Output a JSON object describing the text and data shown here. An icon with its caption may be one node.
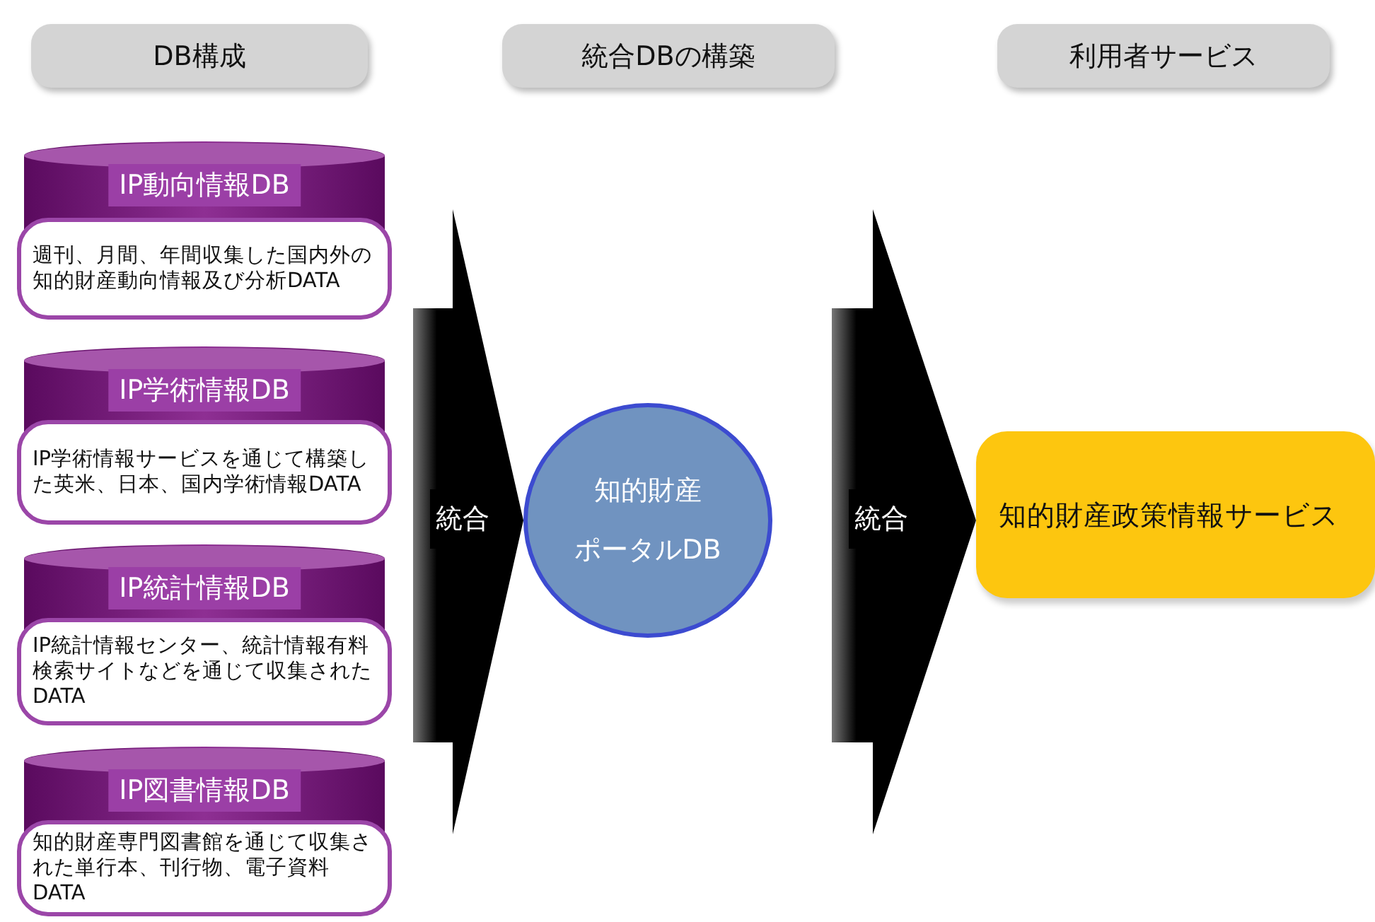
{
  "diagram": {
    "nodes": [
      {
        "text": [
          "DB構成"
        ]
      },
      {
        "text": [
          "統合DBの構築"
        ]
      },
      {
        "text": [
          "利用者サービス"
        ]
      },
      {
        "text": [
          "IP動向情報DB",
          "週刊、月間、年間収集した国内外の知的財産動向情報及び分析DATA"
        ]
      },
      {
        "text": [
          "IP学術情報DB",
          "IP学術情報サービスを通じて構築した英米、日本、国内学術情報DATA"
        ]
      },
      {
        "text": [
          "IP統計情報DB",
          "IP統計情報センター、統計情報有料検索サイトなどを通じて収集されたDATA"
        ]
      },
      {
        "text": [
          "IP図書情報DB",
          "知的財産専門図書館を通じて収集された単行本、刊行物、電子資料DATA"
        ]
      },
      {
        "text": [
          "知的財産",
          "ポータルDB"
        ]
      },
      {
        "text": [
          "知的財産政策情報サービス"
        ]
      }
    ],
    "edges": [
      {
        "from": 3,
        "to": 7,
        "arrow": "to",
        "label": "統合"
      },
      {
        "from": 4,
        "to": 7,
        "arrow": "to"
      },
      {
        "from": 5,
        "to": 7,
        "arrow": "to"
      },
      {
        "from": 6,
        "to": 7,
        "arrow": "to"
      },
      {
        "from": 7,
        "to": 8,
        "arrow": "to",
        "label": "統合"
      }
    ]
  }
}
